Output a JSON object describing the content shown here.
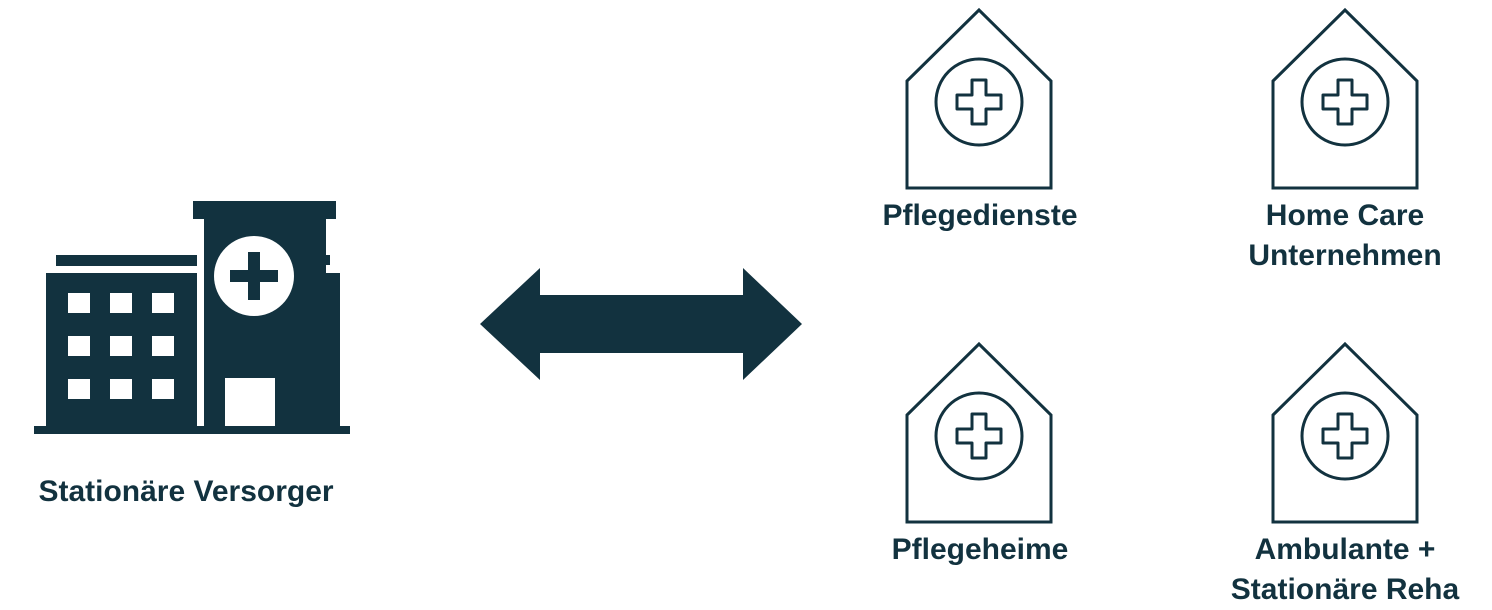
{
  "colors": {
    "primary": "#12323f",
    "background": "#ffffff"
  },
  "source": {
    "icon": "hospital-building-icon",
    "label": "Stationäre Versorger"
  },
  "connector": {
    "icon": "double-arrow-icon"
  },
  "targets": [
    {
      "icon": "care-home-icon",
      "lines": [
        "Pflegedienste"
      ]
    },
    {
      "icon": "care-home-icon",
      "lines": [
        "Home Care",
        "Unternehmen"
      ]
    },
    {
      "icon": "care-home-icon",
      "lines": [
        "Pflegeheime"
      ]
    },
    {
      "icon": "care-home-icon",
      "lines": [
        "Ambulante +",
        "Stationäre Reha"
      ]
    }
  ]
}
